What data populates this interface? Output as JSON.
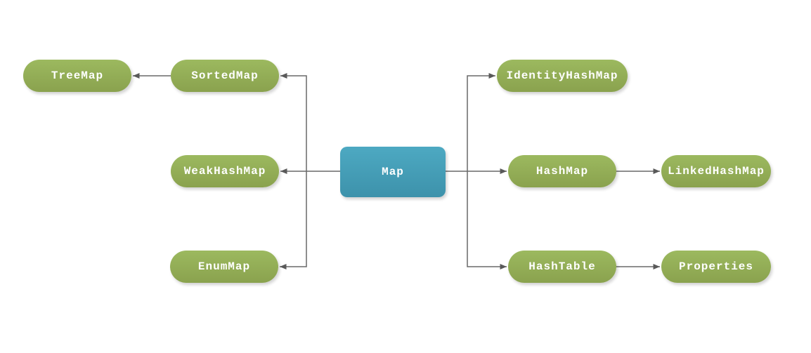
{
  "diagram": {
    "nodes": [
      {
        "id": "map",
        "label": "Map",
        "style": "blue"
      },
      {
        "id": "treemap",
        "label": "TreeMap",
        "style": "green"
      },
      {
        "id": "sortedmap",
        "label": "SortedMap",
        "style": "green"
      },
      {
        "id": "weakhashmap",
        "label": "WeakHashMap",
        "style": "green"
      },
      {
        "id": "enummap",
        "label": "EnumMap",
        "style": "green"
      },
      {
        "id": "identityhashmap",
        "label": "IdentityHashMap",
        "style": "green"
      },
      {
        "id": "hashmap",
        "label": "HashMap",
        "style": "green"
      },
      {
        "id": "linkedhashmap",
        "label": "LinkedHashMap",
        "style": "green"
      },
      {
        "id": "hashtable",
        "label": "HashTable",
        "style": "green"
      },
      {
        "id": "properties",
        "label": "Properties",
        "style": "green"
      }
    ],
    "edges": [
      {
        "from": "map",
        "to": "weakhashmap"
      },
      {
        "from": "map",
        "to": "sortedmap"
      },
      {
        "from": "map",
        "to": "enummap"
      },
      {
        "from": "sortedmap",
        "to": "treemap"
      },
      {
        "from": "map",
        "to": "hashmap"
      },
      {
        "from": "map",
        "to": "identityhashmap"
      },
      {
        "from": "map",
        "to": "hashtable"
      },
      {
        "from": "hashmap",
        "to": "linkedhashmap"
      },
      {
        "from": "hashtable",
        "to": "properties"
      }
    ],
    "colors": {
      "node_green_top": "#9cb95f",
      "node_green_bottom": "#8aa24e",
      "node_blue_top": "#4da9c2",
      "node_blue_bottom": "#3d92ab",
      "connector": "#696969",
      "arrowhead": "#595959",
      "text": "#ffffff",
      "background": "#ffffff"
    }
  }
}
